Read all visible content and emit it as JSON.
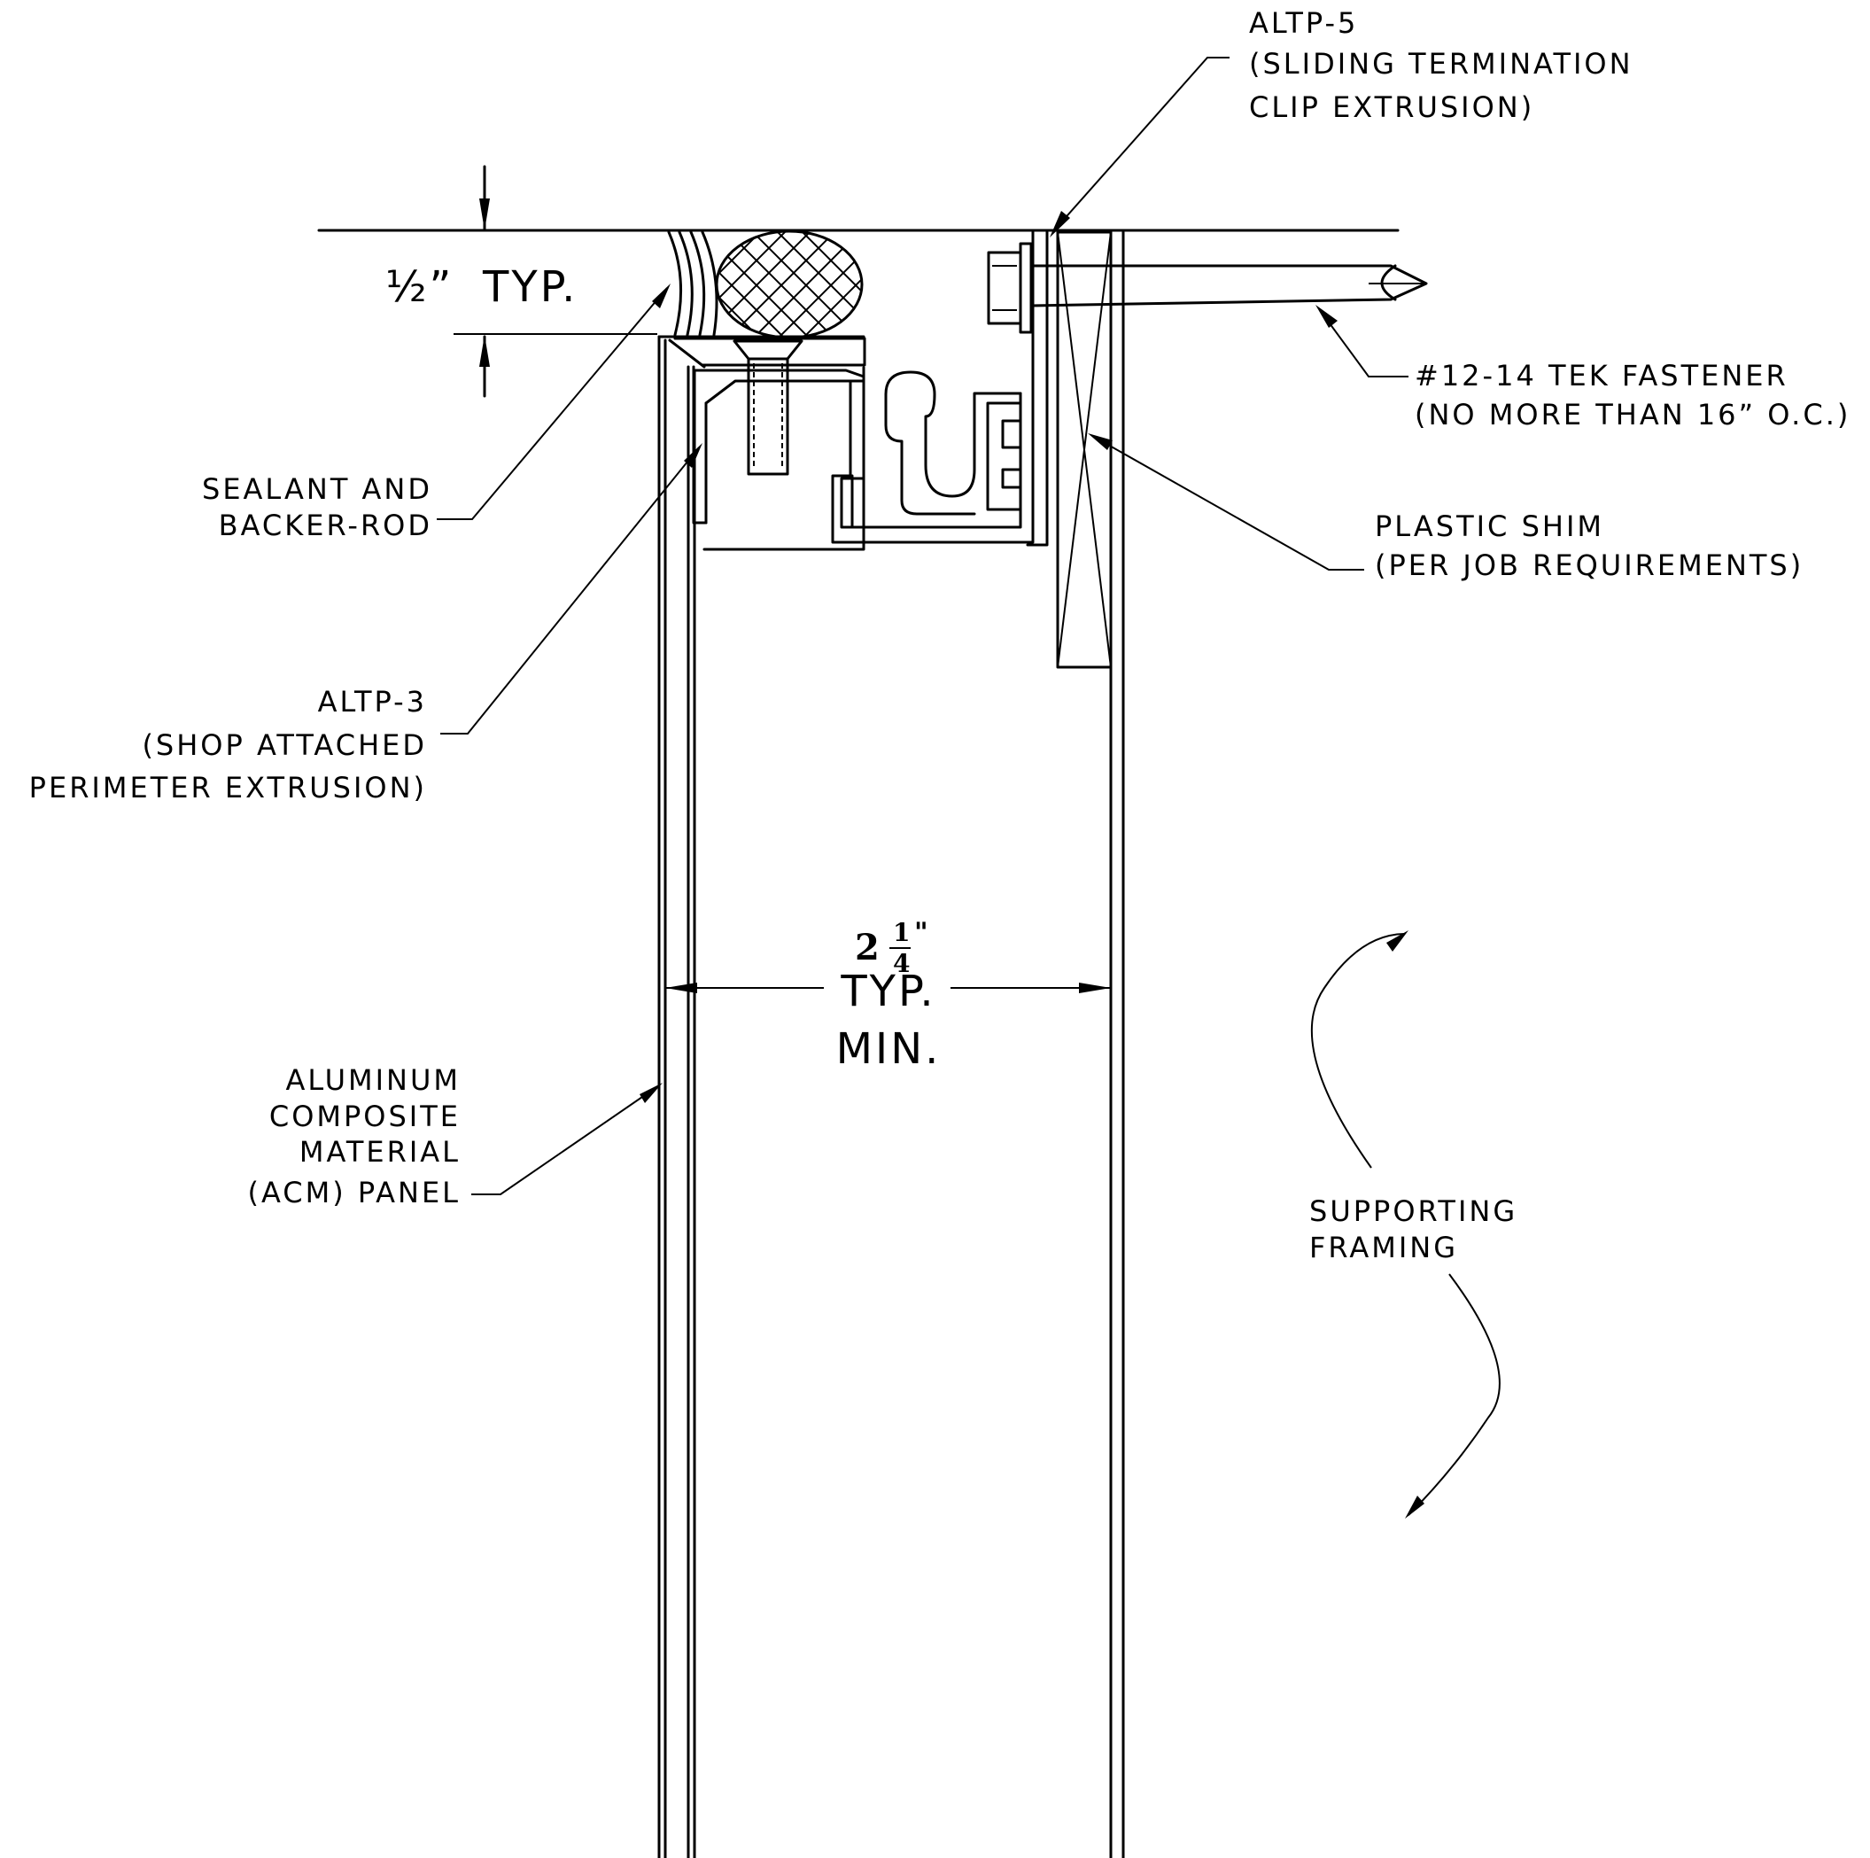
{
  "labels": {
    "altp5": {
      "line1": "ALTP-5",
      "line2": "(SLIDING TERMINATION",
      "line3": "CLIP EXTRUSION)"
    },
    "tek": {
      "line1": "#12-14 TEK FASTENER",
      "line2": "(NO MORE THAN 16” O.C.)"
    },
    "shim": {
      "line1": "PLASTIC SHIM",
      "line2": "(PER JOB REQUIREMENTS)"
    },
    "sealant": {
      "line1": "SEALANT AND",
      "line2": "BACKER-ROD"
    },
    "altp3": {
      "line1": "ALTP-3",
      "line2": "(SHOP ATTACHED",
      "line3": "PERIMETER EXTRUSION)"
    },
    "acm": {
      "line1": "ALUMINUM",
      "line2": "COMPOSITE",
      "line3": "MATERIAL",
      "line4": "(ACM) PANEL"
    },
    "framing": {
      "line1": "SUPPORTING",
      "line2": "FRAMING"
    }
  },
  "dimensions": {
    "top": {
      "whole": "½”",
      "suffix": "TYP."
    },
    "width": {
      "whole": "2",
      "num": "1",
      "den": "4",
      "mark": "\"",
      "line2": "TYP.",
      "line3": "MIN."
    }
  }
}
